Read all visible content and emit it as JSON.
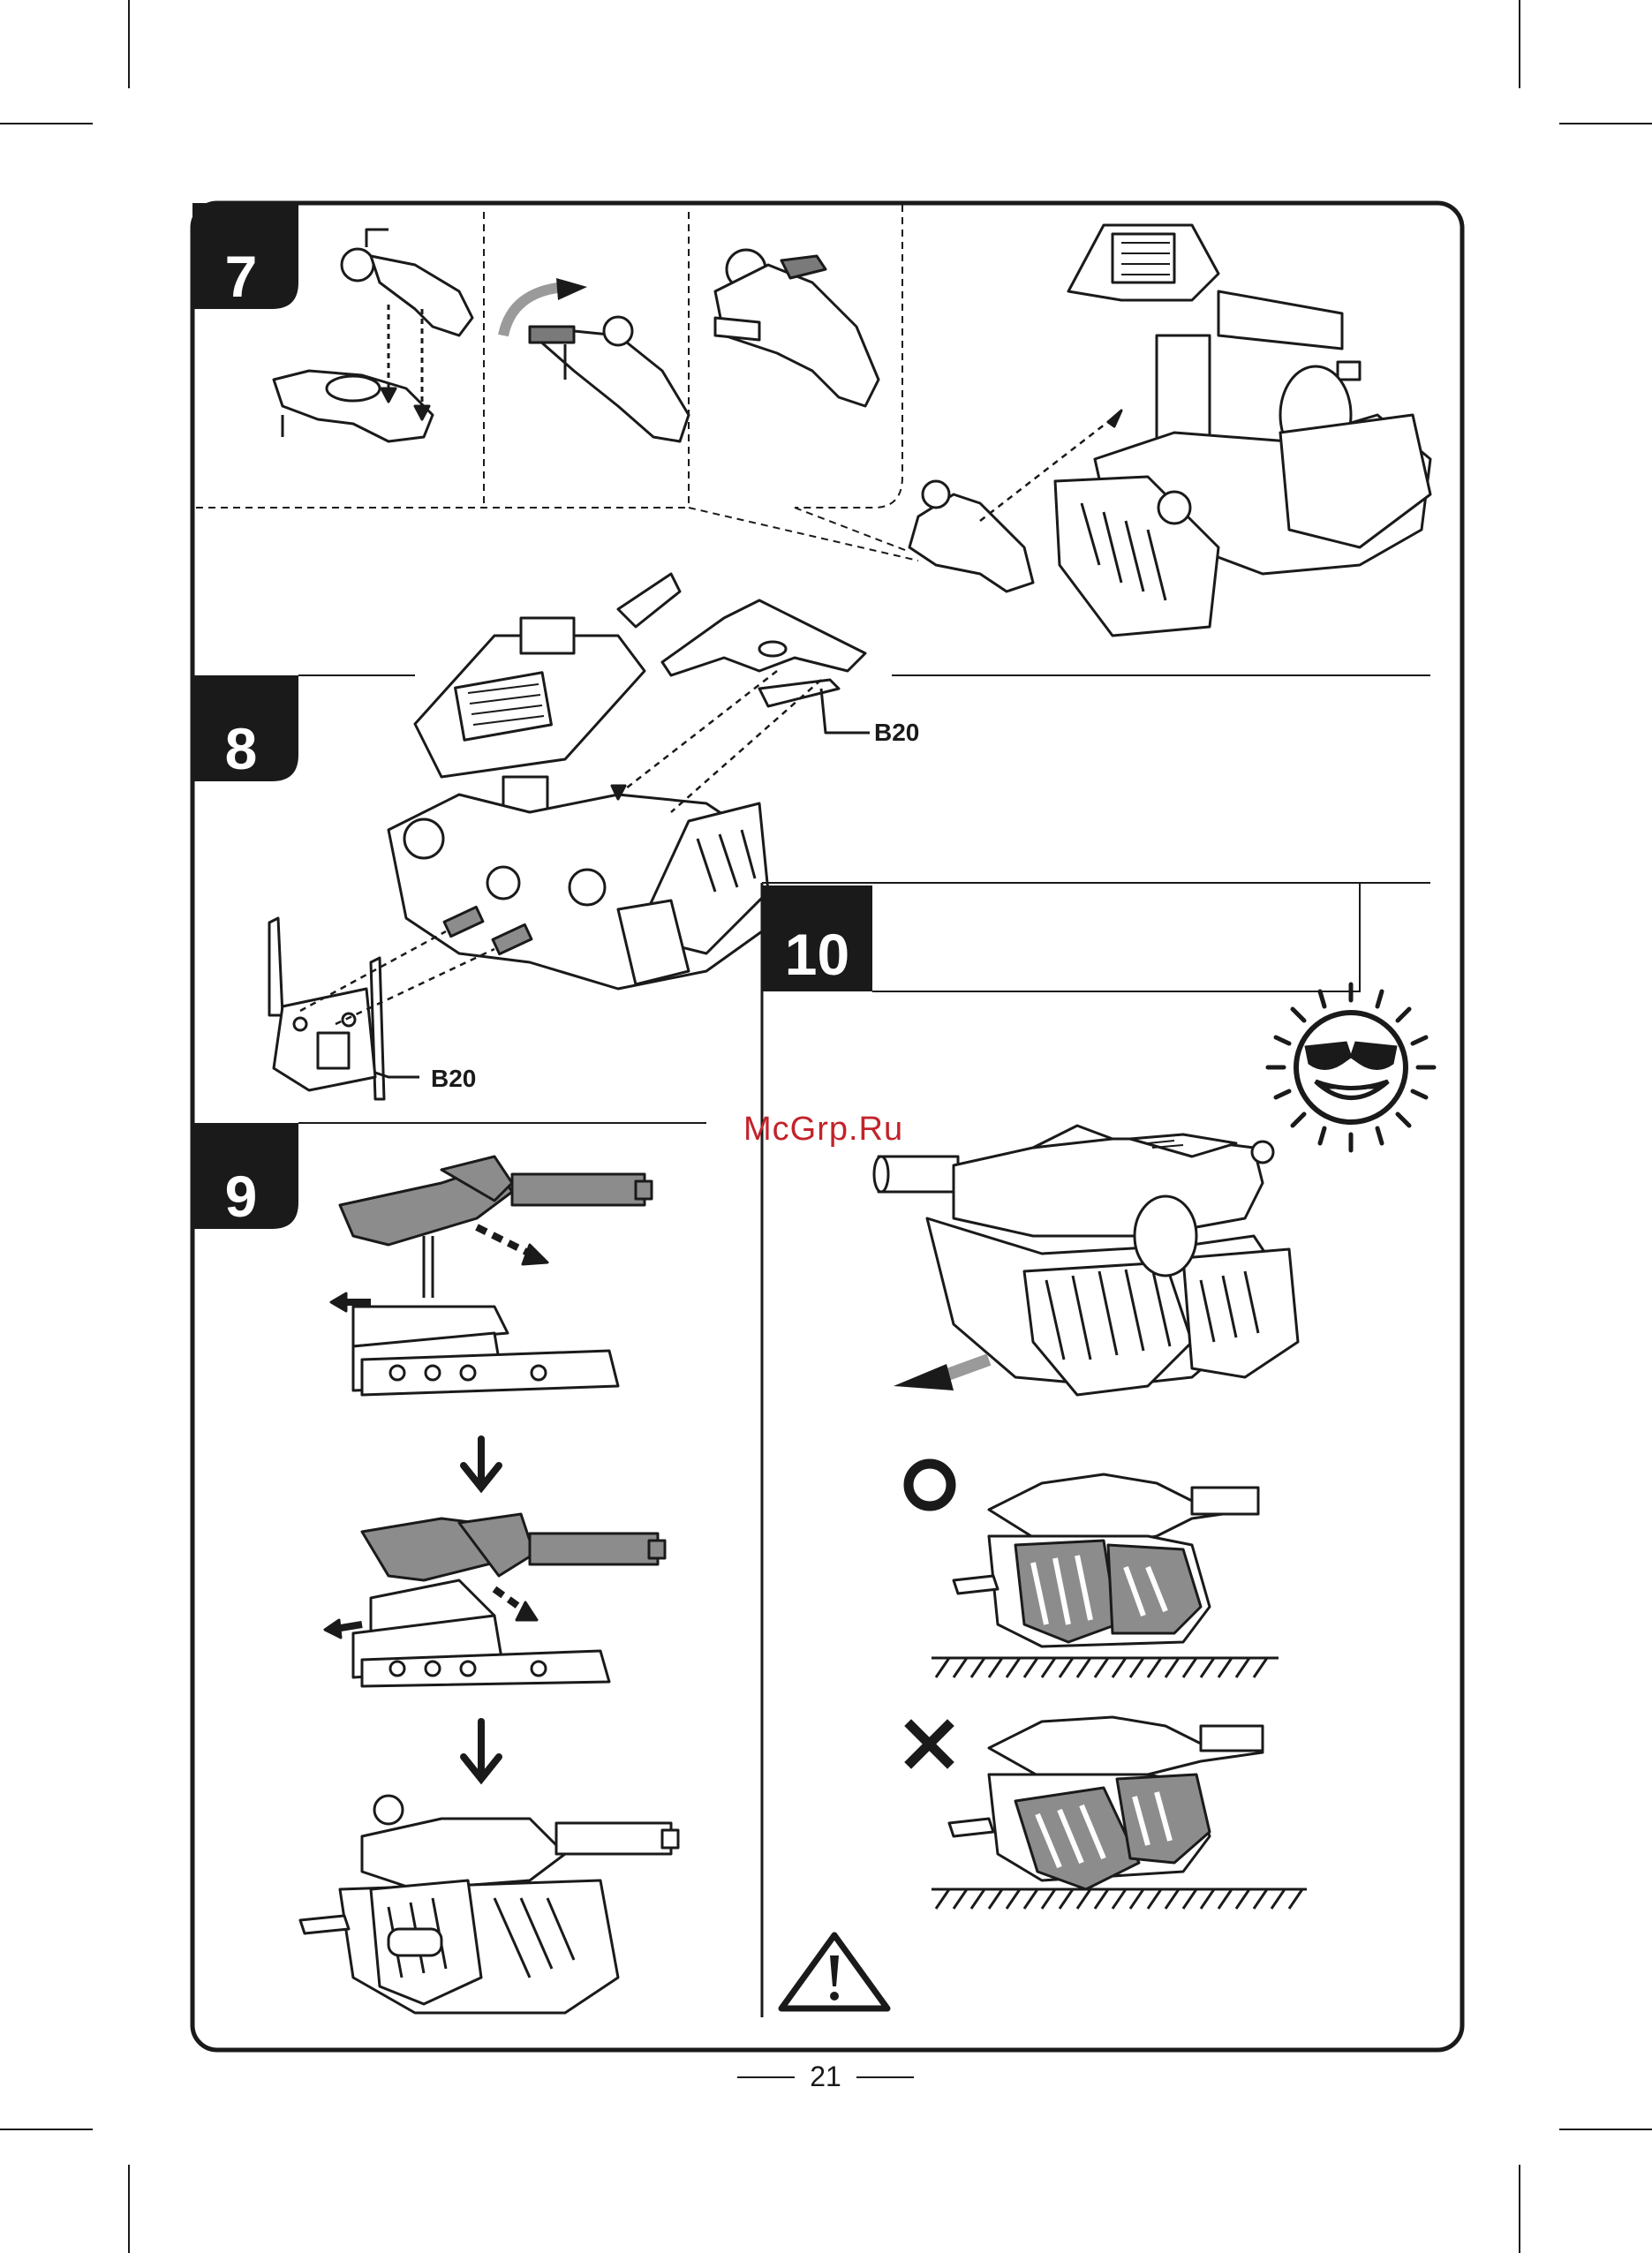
{
  "steps": [
    {
      "id": "7",
      "label": "7"
    },
    {
      "id": "8",
      "label": "8"
    },
    {
      "id": "9",
      "label": "9"
    },
    {
      "id": "10",
      "label": "10"
    }
  ],
  "part_labels": {
    "b20_upper": "B20",
    "b20_lower": "B20"
  },
  "watermark": "McGrp.Ru",
  "page_number": "21",
  "symbols": {
    "correct": "circle-correct-icon",
    "incorrect": "cross-incorrect-icon",
    "warning": "warning-triangle-icon",
    "mascot": "smiling-sun-sunglasses-icon"
  },
  "colors": {
    "ink": "#1a1a1a",
    "panel_fill": "#8c8c8c",
    "panel_light": "#c8c8c8",
    "watermark": "#c2232b"
  }
}
